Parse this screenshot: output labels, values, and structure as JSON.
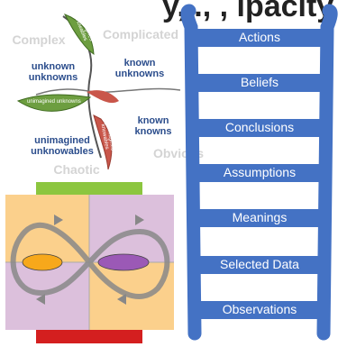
{
  "header": {
    "partial_title": "y, ., ,   ipacity"
  },
  "cynefin": {
    "domains": {
      "complex": "Complex",
      "complicated": "Complicated",
      "chaotic": "Chaotic",
      "obvious": "Obvious"
    },
    "quadrants": {
      "unknown_unknowns": "unknown unknowns",
      "known_unknowns": "known unknowns",
      "known_knowns": "known knowns",
      "unimagined_unknowables": "unimagined unknowables"
    },
    "tags": {
      "top": "unimagined knowables",
      "left": "unimagined unknowns",
      "right": "unimagined knowables"
    }
  },
  "ladder": {
    "color": "#4472c4",
    "rungs": [
      "Actions",
      "Beliefs",
      "Conclusions",
      "Assumptions",
      "Meanings",
      "Selected Data",
      "Observations"
    ]
  },
  "infinity": {
    "colors": {
      "top_bar": "#8cc63f",
      "bottom_bar": "#d41f1f",
      "orange": "#fbd08c",
      "pink": "#dcc0dc",
      "left_oval": "#f7a81b",
      "right_oval": "#9b59b6"
    }
  }
}
